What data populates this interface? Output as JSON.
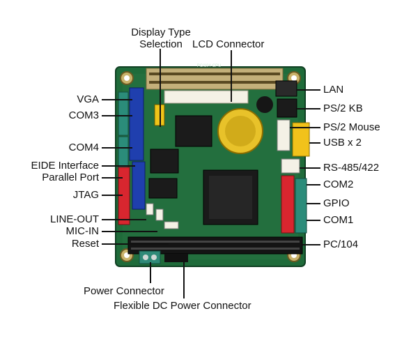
{
  "diagram": {
    "callouts": {
      "display_type_selection": [
        "Display Type",
        "Selection"
      ],
      "lcd_connector": "LCD Connector",
      "vga": "VGA",
      "com3": "COM3",
      "com4": "COM4",
      "eide_interface": "EIDE Interface",
      "parallel_port": "Parallel Port",
      "jtag": "JTAG",
      "line_out": "LINE-OUT",
      "mic_in": "MIC-IN",
      "reset": "Reset",
      "lan": "LAN",
      "ps2_kb": "PS/2 KB",
      "ps2_mouse": "PS/2 Mouse",
      "usb": "USB x 2",
      "rs485": "RS-485/422",
      "com2": "COM2",
      "gpio": "GPIO",
      "com1": "COM1",
      "pc104": "PC/104",
      "power_connector": "Power Connector",
      "flexible_dc": "Flexible DC Power Connector"
    },
    "board_silkscreen": "PC/104-CPU",
    "colors": {
      "pcb": "#1f6b3a",
      "pcb_dark": "#134d2a",
      "header_blue": "#1f3fae",
      "header_red": "#d8262f",
      "battery": "#e8c22a",
      "usb_yellow": "#f1c21b",
      "teal_connector": "#2b8c7a"
    }
  }
}
